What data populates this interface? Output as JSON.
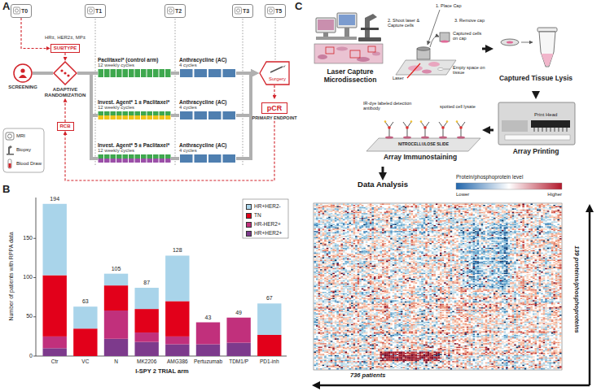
{
  "diagram": {
    "nodes": [
      {
        "text": [
          "T0"
        ]
      },
      {
        "text": [
          "T1"
        ]
      },
      {
        "text": [
          "T2"
        ]
      },
      {
        "text": [
          "T3"
        ]
      },
      {
        "text": [
          "T5"
        ]
      },
      {
        "text": [
          "SCREENING"
        ]
      },
      {
        "text": [
          "SUBTYPE"
        ]
      },
      {
        "text": [
          "ADAPTIVE RANDOMIZATION"
        ]
      },
      {
        "text": [
          "RCB"
        ]
      },
      {
        "text": [
          "Paclitaxel* (control arm)",
          "12 weekly cycles"
        ]
      },
      {
        "text": [
          "Anthracycline (AC)",
          "4 cycles"
        ]
      },
      {
        "text": [
          "Invest. Agent* 1 ± Paclitaxel*",
          "12 weekly cycles"
        ]
      },
      {
        "text": [
          "Anthracycline (AC)",
          "4 cycles"
        ]
      },
      {
        "text": [
          "Invest. Agent* 5 ± Paclitaxel*",
          "12 weekly cycles"
        ]
      },
      {
        "text": [
          "Anthracycline (AC)",
          "4 cycles"
        ]
      },
      {
        "text": [
          "Surgery"
        ]
      },
      {
        "text": [
          "pCR",
          "PRIMARY ENDPOINT"
        ]
      },
      {
        "text": [
          "Laser Capture Microdissection"
        ]
      },
      {
        "text": [
          "Captured Tissue Lysis"
        ]
      },
      {
        "text": [
          "Array Printing"
        ]
      },
      {
        "text": [
          "Array Immunostaining"
        ]
      },
      {
        "text": [
          "Data Analysis"
        ]
      }
    ],
    "edges": [
      {
        "from": 0,
        "to": 6,
        "arrow": "to"
      },
      {
        "from": 6,
        "to": 7,
        "arrow": "to"
      },
      {
        "from": 5,
        "to": 7,
        "arrow": "none"
      },
      {
        "from": 7,
        "to": 9,
        "arrow": "none"
      },
      {
        "from": 7,
        "to": 11,
        "arrow": "none"
      },
      {
        "from": 7,
        "to": 13,
        "arrow": "none"
      },
      {
        "from": 9,
        "to": 10,
        "arrow": "none"
      },
      {
        "from": 11,
        "to": 12,
        "arrow": "none"
      },
      {
        "from": 13,
        "to": 14,
        "arrow": "none"
      },
      {
        "from": 10,
        "to": 15,
        "arrow": "to"
      },
      {
        "from": 12,
        "to": 15,
        "arrow": "to"
      },
      {
        "from": 14,
        "to": 15,
        "arrow": "to"
      },
      {
        "from": 15,
        "to": 16,
        "arrow": "to"
      },
      {
        "from": 16,
        "to": 8,
        "arrow": "to"
      },
      {
        "from": 8,
        "to": 7,
        "arrow": "to"
      },
      {
        "from": 17,
        "to": 18,
        "arrow": "to"
      },
      {
        "from": 18,
        "to": 19,
        "arrow": "to"
      },
      {
        "from": 19,
        "to": 20,
        "arrow": "to"
      },
      {
        "from": 20,
        "to": 21,
        "arrow": "to"
      }
    ],
    "labels": [
      "A",
      "HR±, HER2±, MP±",
      "B",
      "Number of patients with RPPA data",
      "0",
      "50",
      "100",
      "150",
      "194",
      "63",
      "105",
      "87",
      "128",
      "43",
      "49",
      "67",
      "Ctr",
      "VC",
      "N",
      "MK2206",
      "AMG386",
      "Pertuzumab",
      "TDM1/P",
      "PD1-inh",
      "I-SPY 2 TRIAL arm",
      "C",
      "1. Place Cap",
      "2. Shoot laser & Capture cells",
      "3. Remove cap",
      "Captured cells on cap",
      "Empty space on tissue",
      "Laser",
      "Print Head",
      "IR-dye labeled detection antibody",
      "spotted cell lysate",
      "NITROCELLULOSE SLIDE",
      "Protein/phosphoprotein level",
      "Lower",
      "Higher",
      "139 proteins/phosphoproteins",
      "736 patients"
    ],
    "legend": [
      {
        "text": "MRI"
      },
      {
        "text": "Biopsy"
      },
      {
        "text": "Blood Draw"
      },
      {
        "text": "HR+HER2-",
        "color": "#a9d4ea"
      },
      {
        "text": "TN",
        "color": "#e2001a"
      },
      {
        "text": "HR-HER2+",
        "color": "#c1307c"
      },
      {
        "text": "HR+HER2+",
        "color": "#7d3a8c"
      }
    ]
  }
}
